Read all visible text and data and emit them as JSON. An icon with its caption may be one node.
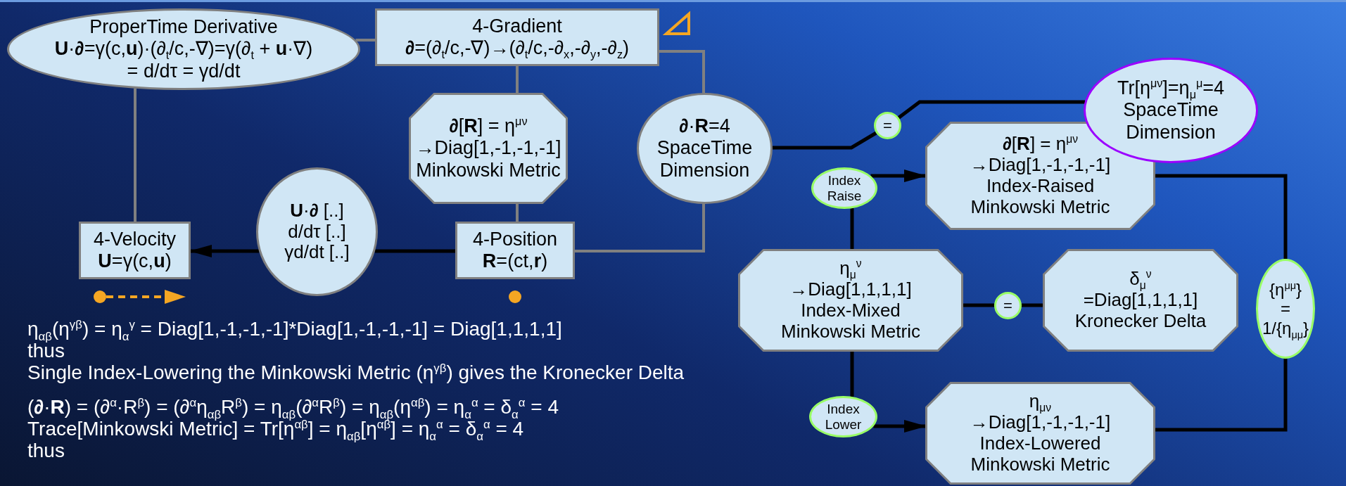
{
  "diagram": {
    "nodes": [
      {
        "text": [
          "ProperTime Derivative",
          "**U**·**∂**=γ(c,**u**)·(∂$_{t}$/c,-∇)=γ(∂$_{t}$ + **u**·∇)",
          "= d/dτ = γd/dt"
        ]
      },
      {
        "text": [
          "4-Gradient",
          "**∂**=(∂$_{t}$/c,-∇)→(∂$_{t}$/c,-∂$_{x}$,-∂$_{y}$,-∂$_{z}$)"
        ]
      },
      {
        "text": [
          "**∂**[**R**] = η$^{μν}$",
          "→Diag[1,-1,-1,-1]",
          "Minkowski Metric"
        ]
      },
      {
        "text": [
          "**∂**·**R**=4",
          "SpaceTime Dimension"
        ]
      },
      {
        "text": [
          "**U**·**∂** [..]",
          "d/dτ [..]",
          "γd/dt [..]"
        ]
      },
      {
        "text": [
          "4-Velocity",
          "**U**=γ(c,**u**)"
        ]
      },
      {
        "text": [
          "4-Position",
          "**R**=(ct,**r**)"
        ]
      },
      {
        "text": [
          "="
        ]
      },
      {
        "text": [
          "Tr[η$^{μν}$]=η$_{μ}$$^{μ}$=4",
          "SpaceTime Dimension"
        ]
      },
      {
        "text": [
          "**∂**[**R**] = η$^{μν}$",
          "→Diag[1,-1,-1,-1]",
          "Index-Raised Minkowski Metric"
        ]
      },
      {
        "text": [
          "Index Raise"
        ]
      },
      {
        "text": [
          "η$_{μ}$$^{ν}$",
          "→Diag[1,1,1,1]",
          "Index-Mixed Minkowski Metric"
        ]
      },
      {
        "text": [
          "="
        ]
      },
      {
        "text": [
          "δ$_{μ}$$^{ν}$",
          "=Diag[1,1,1,1]",
          "Kronecker Delta"
        ]
      },
      {
        "text": [
          "{η$^{μμ}$}",
          "=",
          "1/{η$_{μμ}$}"
        ]
      },
      {
        "text": [
          "Index Lower"
        ]
      },
      {
        "text": [
          "η$_{μν}$",
          "→Diag[1,-1,-1,-1]",
          "Index-Lowered Minkowski Metric"
        ]
      }
    ],
    "edges": [
      {
        "from": 0,
        "to": 1,
        "arrow": "none",
        "color": "#808080"
      },
      {
        "from": 0,
        "to": 5,
        "arrow": "none",
        "color": "#808080"
      },
      {
        "from": 1,
        "to": 2,
        "arrow": "none",
        "color": "#808080"
      },
      {
        "from": 1,
        "to": 3,
        "arrow": "none",
        "color": "#808080"
      },
      {
        "from": 2,
        "to": 6,
        "arrow": "none",
        "color": "#808080"
      },
      {
        "from": 3,
        "to": 6,
        "arrow": "none",
        "color": "#808080"
      },
      {
        "from": 6,
        "to": 4,
        "arrow": "none"
      },
      {
        "from": 4,
        "to": 5,
        "arrow": "to"
      },
      {
        "from": 3,
        "to": 7,
        "arrow": "none"
      },
      {
        "from": 7,
        "to": 8,
        "arrow": "none"
      },
      {
        "from": 11,
        "to": 10,
        "arrow": "none"
      },
      {
        "from": 10,
        "to": 9,
        "arrow": "to"
      },
      {
        "from": 11,
        "to": 15,
        "arrow": "none"
      },
      {
        "from": 15,
        "to": 16,
        "arrow": "to"
      },
      {
        "from": 11,
        "to": 12,
        "arrow": "none"
      },
      {
        "from": 12,
        "to": 13,
        "arrow": "none"
      },
      {
        "from": 9,
        "to": 14,
        "arrow": "none"
      },
      {
        "from": 14,
        "to": 16,
        "arrow": "none"
      }
    ],
    "labels": [
      "η$_{αβ}$(η$^{γβ}$) = η$_{α}$$^{γ}$ = Diag[1,-1,-1,-1]*Diag[1,-1,-1,-1] = Diag[1,1,1,1]",
      "thus",
      "Single Index-Lowering the Minkowski Metric (η$^{γβ}$) gives the Kronecker Delta",
      "(**∂**·**R**) = (∂$^{α}$·R$^{β}$) = (∂$^{α}$η$_{αβ}$R$^{β}$) = η$_{αβ}$(∂$^{α}$R$^{β}$) = η$_{αβ}$(η$^{αβ}$) = η$_{α}$$^{α}$ = δ$_{α}$$^{α}$ = 4",
      "Trace[Minkowski Metric] = Tr[η$^{αβ}$] = η$_{αβ}$[η$^{αβ}$] = η$_{α}$$^{α}$ = δ$_{α}$$^{α}$ = 4",
      "thus"
    ]
  }
}
